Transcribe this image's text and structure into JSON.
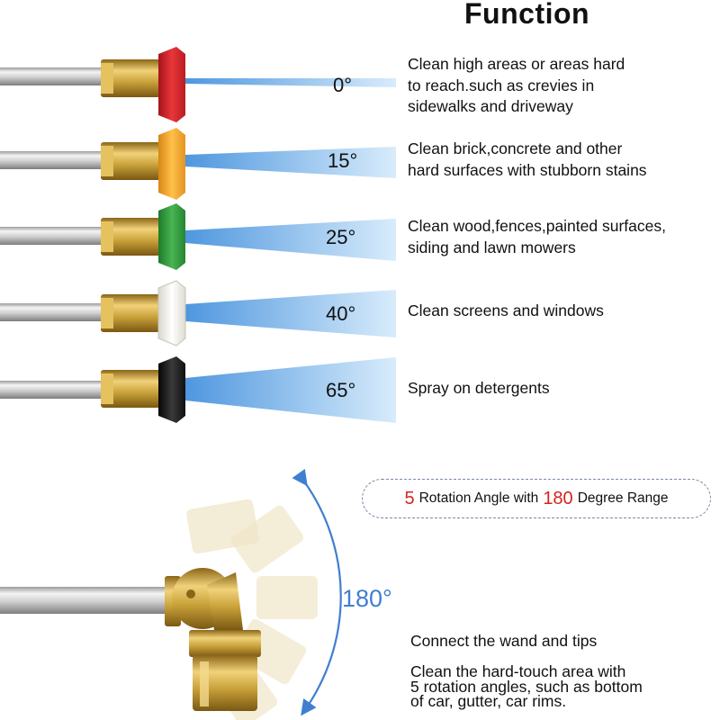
{
  "title": "Function",
  "nozzles": [
    {
      "angle": "0°",
      "color": "#d9262b",
      "description": [
        "Clean high areas or areas hard",
        "to reach.such as crevies in",
        "sidewalks and driveway"
      ]
    },
    {
      "angle": "15°",
      "color": "#f2a22b",
      "description": [
        "Clean brick,concrete and other",
        "hard surfaces with stubborn stains"
      ]
    },
    {
      "angle": "25°",
      "color": "#2f9c3a",
      "description": [
        "Clean wood,fences,painted surfaces,",
        "siding and lawn mowers"
      ]
    },
    {
      "angle": "40°",
      "color": "#f2f0e8",
      "description": [
        "Clean screens and windows"
      ]
    },
    {
      "angle": "65°",
      "color": "#1c1c1c",
      "description": [
        "Spray on detergents"
      ]
    }
  ],
  "rotation": {
    "count": "5",
    "text_1": "Rotation Angle with",
    "degrees": "180",
    "text_2": "Degree Range",
    "range_label": "180°"
  },
  "connect": {
    "line": "Connect the wand and tips",
    "detail": [
      "Clean the hard-touch area with",
      "5 rotation angles, such as bottom",
      "of car, gutter, car rims."
    ]
  },
  "colors": {
    "accent_red": "#d8221e",
    "arc_blue": "#3f7fcf",
    "spray_blue": "#6aaee6",
    "brass": "#c9a23a"
  }
}
